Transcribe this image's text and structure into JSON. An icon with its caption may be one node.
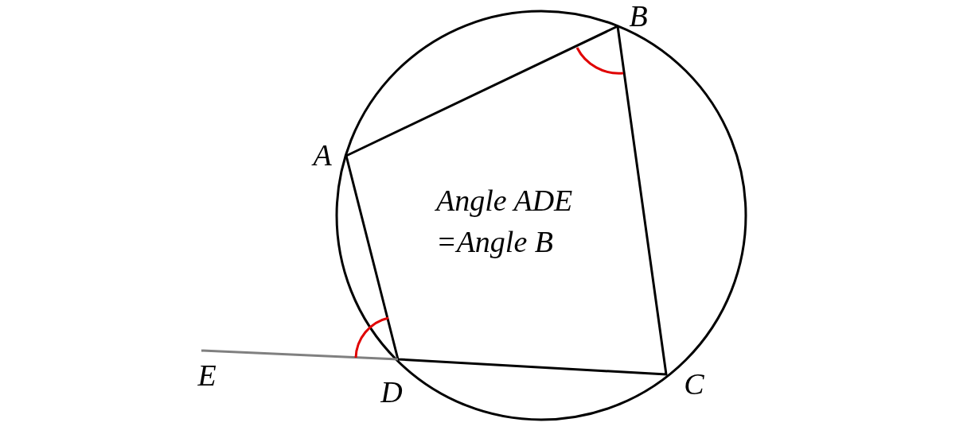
{
  "diagram": {
    "labels": [
      "B",
      "A",
      "Angle ADE =Angle B",
      "E",
      "D",
      "C"
    ]
  }
}
